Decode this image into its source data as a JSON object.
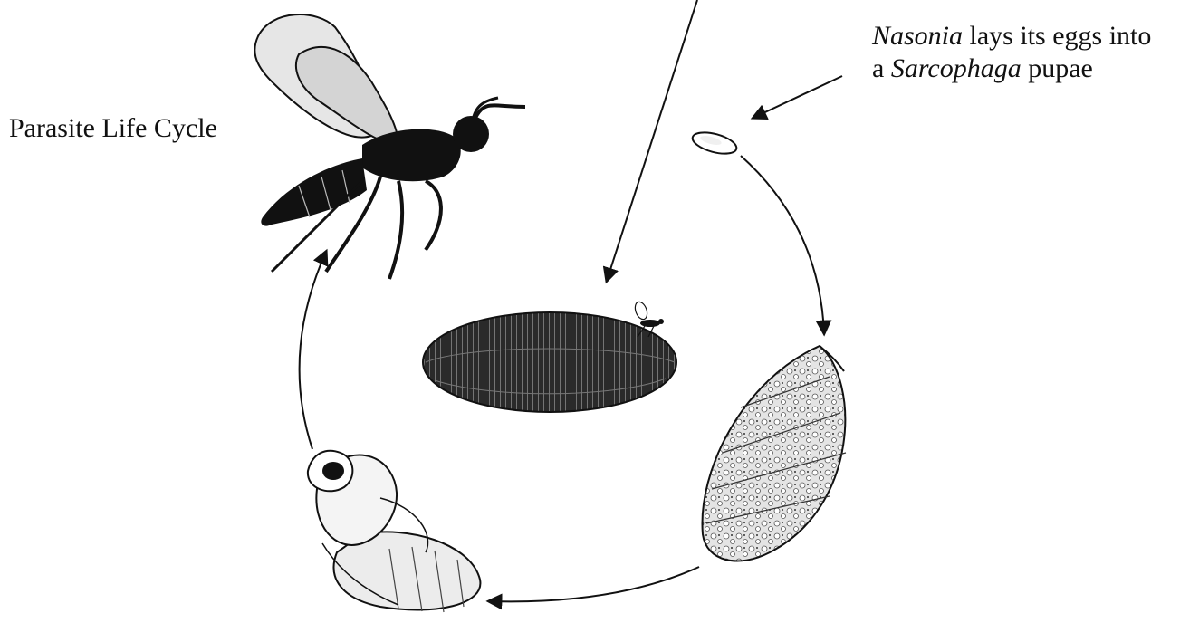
{
  "title": "Parasite Life Cycle",
  "caption": {
    "line1": {
      "italic": "Nasonia",
      "rest": " lays its eggs into"
    },
    "line2": {
      "prefix": "a ",
      "italic": "Sarcophaga",
      "suffix": " pupae"
    }
  },
  "stages": [
    {
      "name": "adult-wasp",
      "icon": "wasp-icon"
    },
    {
      "name": "egg",
      "icon": "egg-icon"
    },
    {
      "name": "larva",
      "icon": "larva-icon"
    },
    {
      "name": "pupa",
      "icon": "pupa-icon"
    },
    {
      "name": "host-fly-pupa",
      "icon": "host-pupa-icon"
    }
  ],
  "colors": {
    "ink": "#111111",
    "background": "#ffffff"
  }
}
